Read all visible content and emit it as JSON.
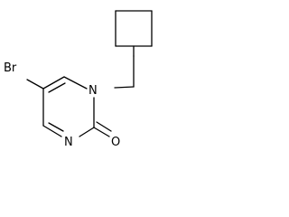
{
  "molecule": {
    "atoms": {
      "bromine": "Br",
      "n1": "N",
      "n3": "N",
      "oxygen": "O"
    }
  }
}
